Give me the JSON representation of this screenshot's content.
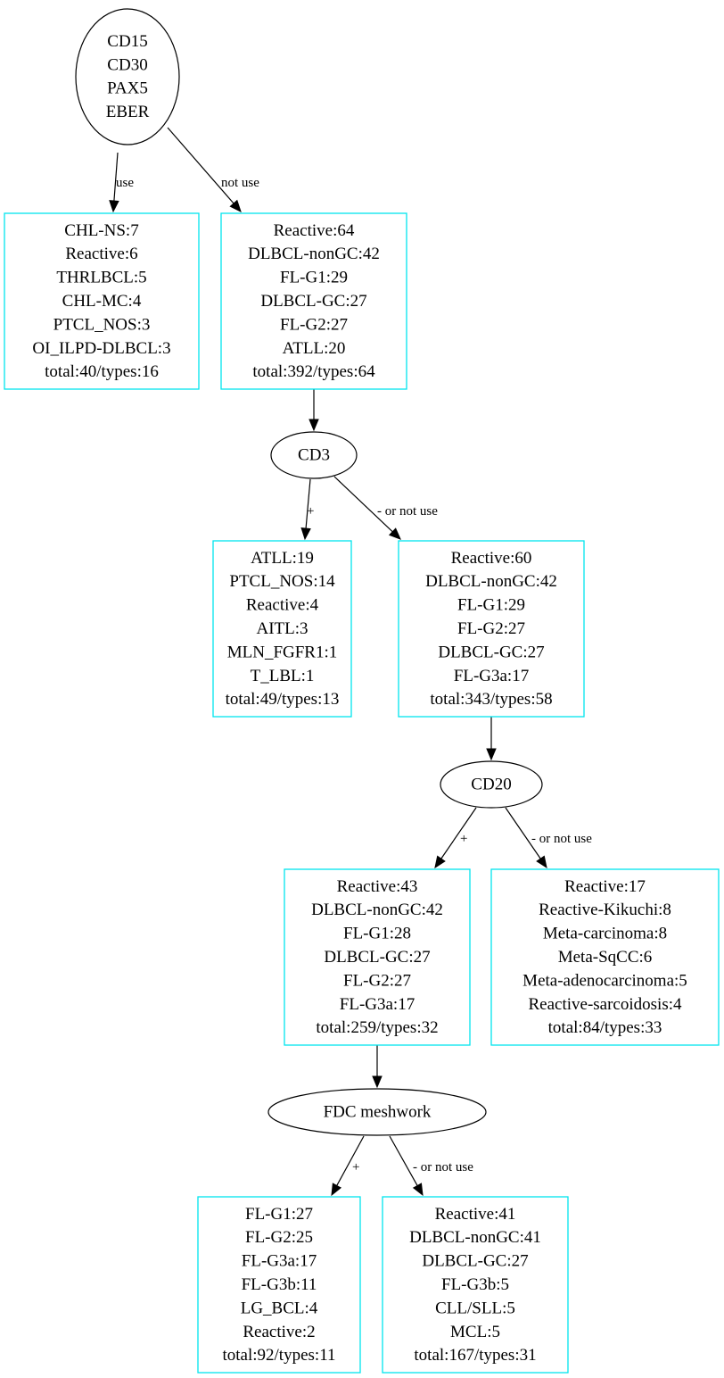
{
  "colors": {
    "box_border": "#00e5ee",
    "ellipse_border": "#000000",
    "edge": "#000000",
    "background": "#ffffff"
  },
  "nodes": {
    "q1": [
      "CD15",
      "CD30",
      "PAX5",
      "EBER"
    ],
    "r1": [
      "CHL-NS:7",
      "Reactive:6",
      "THRLBCL:5",
      "CHL-MC:4",
      "PTCL_NOS:3",
      "OI_ILPD-DLBCL:3",
      "total:40/types:16"
    ],
    "r2": [
      "Reactive:64",
      "DLBCL-nonGC:42",
      "FL-G1:29",
      "DLBCL-GC:27",
      "FL-G2:27",
      "ATLL:20",
      "total:392/types:64"
    ],
    "q2": [
      "CD3"
    ],
    "r3": [
      "ATLL:19",
      "PTCL_NOS:14",
      "Reactive:4",
      "AITL:3",
      "MLN_FGFR1:1",
      "T_LBL:1",
      "total:49/types:13"
    ],
    "r4": [
      "Reactive:60",
      "DLBCL-nonGC:42",
      "FL-G1:29",
      "FL-G2:27",
      "DLBCL-GC:27",
      "FL-G3a:17",
      "total:343/types:58"
    ],
    "q3": [
      "CD20"
    ],
    "r5": [
      "Reactive:43",
      "DLBCL-nonGC:42",
      "FL-G1:28",
      "DLBCL-GC:27",
      "FL-G2:27",
      "FL-G3a:17",
      "total:259/types:32"
    ],
    "r6": [
      "Reactive:17",
      "Reactive-Kikuchi:8",
      "Meta-carcinoma:8",
      "Meta-SqCC:6",
      "Meta-adenocarcinoma:5",
      "Reactive-sarcoidosis:4",
      "total:84/types:33"
    ],
    "q4": [
      "FDC meshwork"
    ],
    "r7": [
      "FL-G1:27",
      "FL-G2:25",
      "FL-G3a:17",
      "FL-G3b:11",
      "LG_BCL:4",
      "Reactive:2",
      "total:92/types:11"
    ],
    "r8": [
      "Reactive:41",
      "DLBCL-nonGC:41",
      "DLBCL-GC:27",
      "FL-G3b:5",
      "CLL/SLL:5",
      "MCL:5",
      "total:167/types:31"
    ]
  },
  "edges": {
    "q1_r1": "use",
    "q1_r2": "not use",
    "r2_q2": "",
    "q2_r3": "+",
    "q2_r4": "- or not use",
    "r4_q3": "",
    "q3_r5": "+",
    "q3_r6": "- or not use",
    "r5_q4": "",
    "q4_r7": "+",
    "q4_r8": "- or not use"
  }
}
